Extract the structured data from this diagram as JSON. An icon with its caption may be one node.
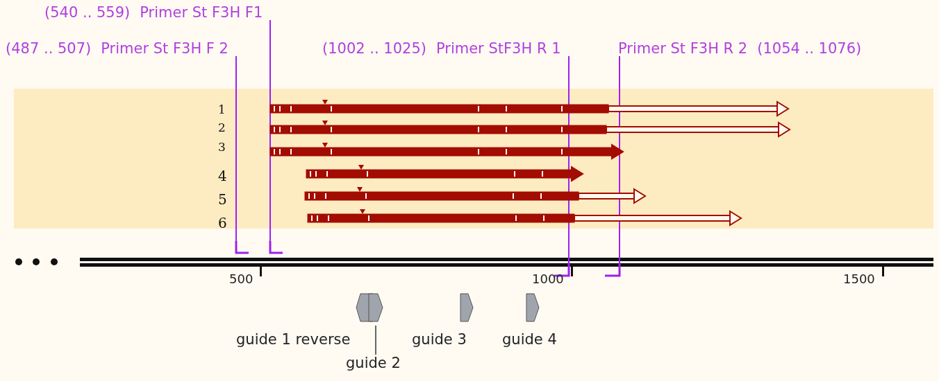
{
  "diagram": {
    "nodes": [
      {
        "text": [
          "(540 .. 559)",
          "Primer St F3H F1"
        ]
      },
      {
        "text": [
          "(487 .. 507)",
          "Primer St F3H F 2"
        ]
      },
      {
        "text": [
          "(1002 .. 1025)",
          "Primer StF3H R 1"
        ]
      },
      {
        "text": [
          "Primer St F3H R 2",
          "(1054 .. 1076)"
        ]
      },
      {
        "text": [],
        "shape": "bar"
      },
      {
        "text": [],
        "shape": "bar"
      },
      {
        "text": [],
        "shape": "bar"
      },
      {
        "text": [],
        "shape": "bar"
      },
      {
        "text": [],
        "shape": "bar"
      },
      {
        "text": [],
        "shape": "bar"
      },
      {
        "text": [],
        "shape": "bar"
      },
      {
        "text": [],
        "shape": "bar"
      },
      {
        "text": [],
        "shape": "bar"
      },
      {
        "text": [],
        "shape": "bar"
      },
      {
        "text": [
          "guide 1 reverse"
        ]
      },
      {
        "text": [],
        "shape": "box"
      },
      {
        "text": [
          "guide 2"
        ]
      },
      {
        "text": [
          "guide 3"
        ]
      },
      {
        "text": [
          "guide 4"
        ]
      }
    ],
    "edges": [
      {
        "from": 0,
        "to": 5,
        "arrow": "none"
      },
      {
        "from": 1,
        "to": 4,
        "arrow": "none"
      },
      {
        "from": 2,
        "to": 6,
        "arrow": "none"
      },
      {
        "from": 3,
        "to": 7,
        "arrow": "none"
      },
      {
        "from": 16,
        "to": 15,
        "arrow": "none",
        "color": "#666666"
      }
    ],
    "labels": [
      "1",
      "2",
      "3",
      "4",
      "5",
      "6",
      "500",
      "1000",
      "1500"
    ]
  }
}
